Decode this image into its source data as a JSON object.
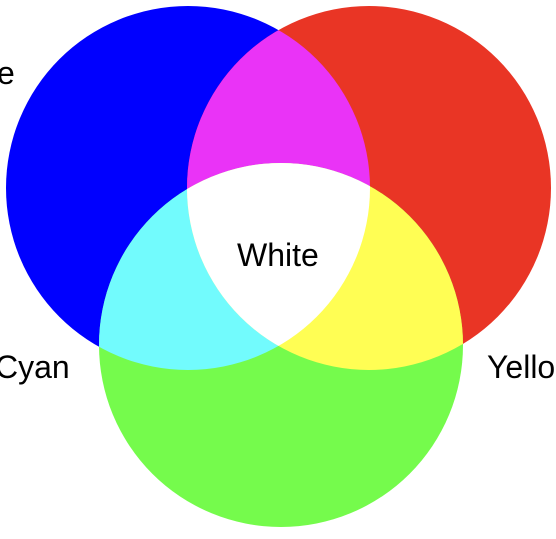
{
  "labels": {
    "top_left_partial": "e",
    "cyan": "Cyan",
    "center": "White",
    "yellow_partial": "Yello"
  },
  "colors": {
    "blue": "#0000ff",
    "red": "#e93525",
    "green": "#75fb4c",
    "magenta": "#ea33f7",
    "cyan": "#72fbfd",
    "yellow": "#fffe54",
    "white": "#ffffff",
    "text": "#000000"
  }
}
